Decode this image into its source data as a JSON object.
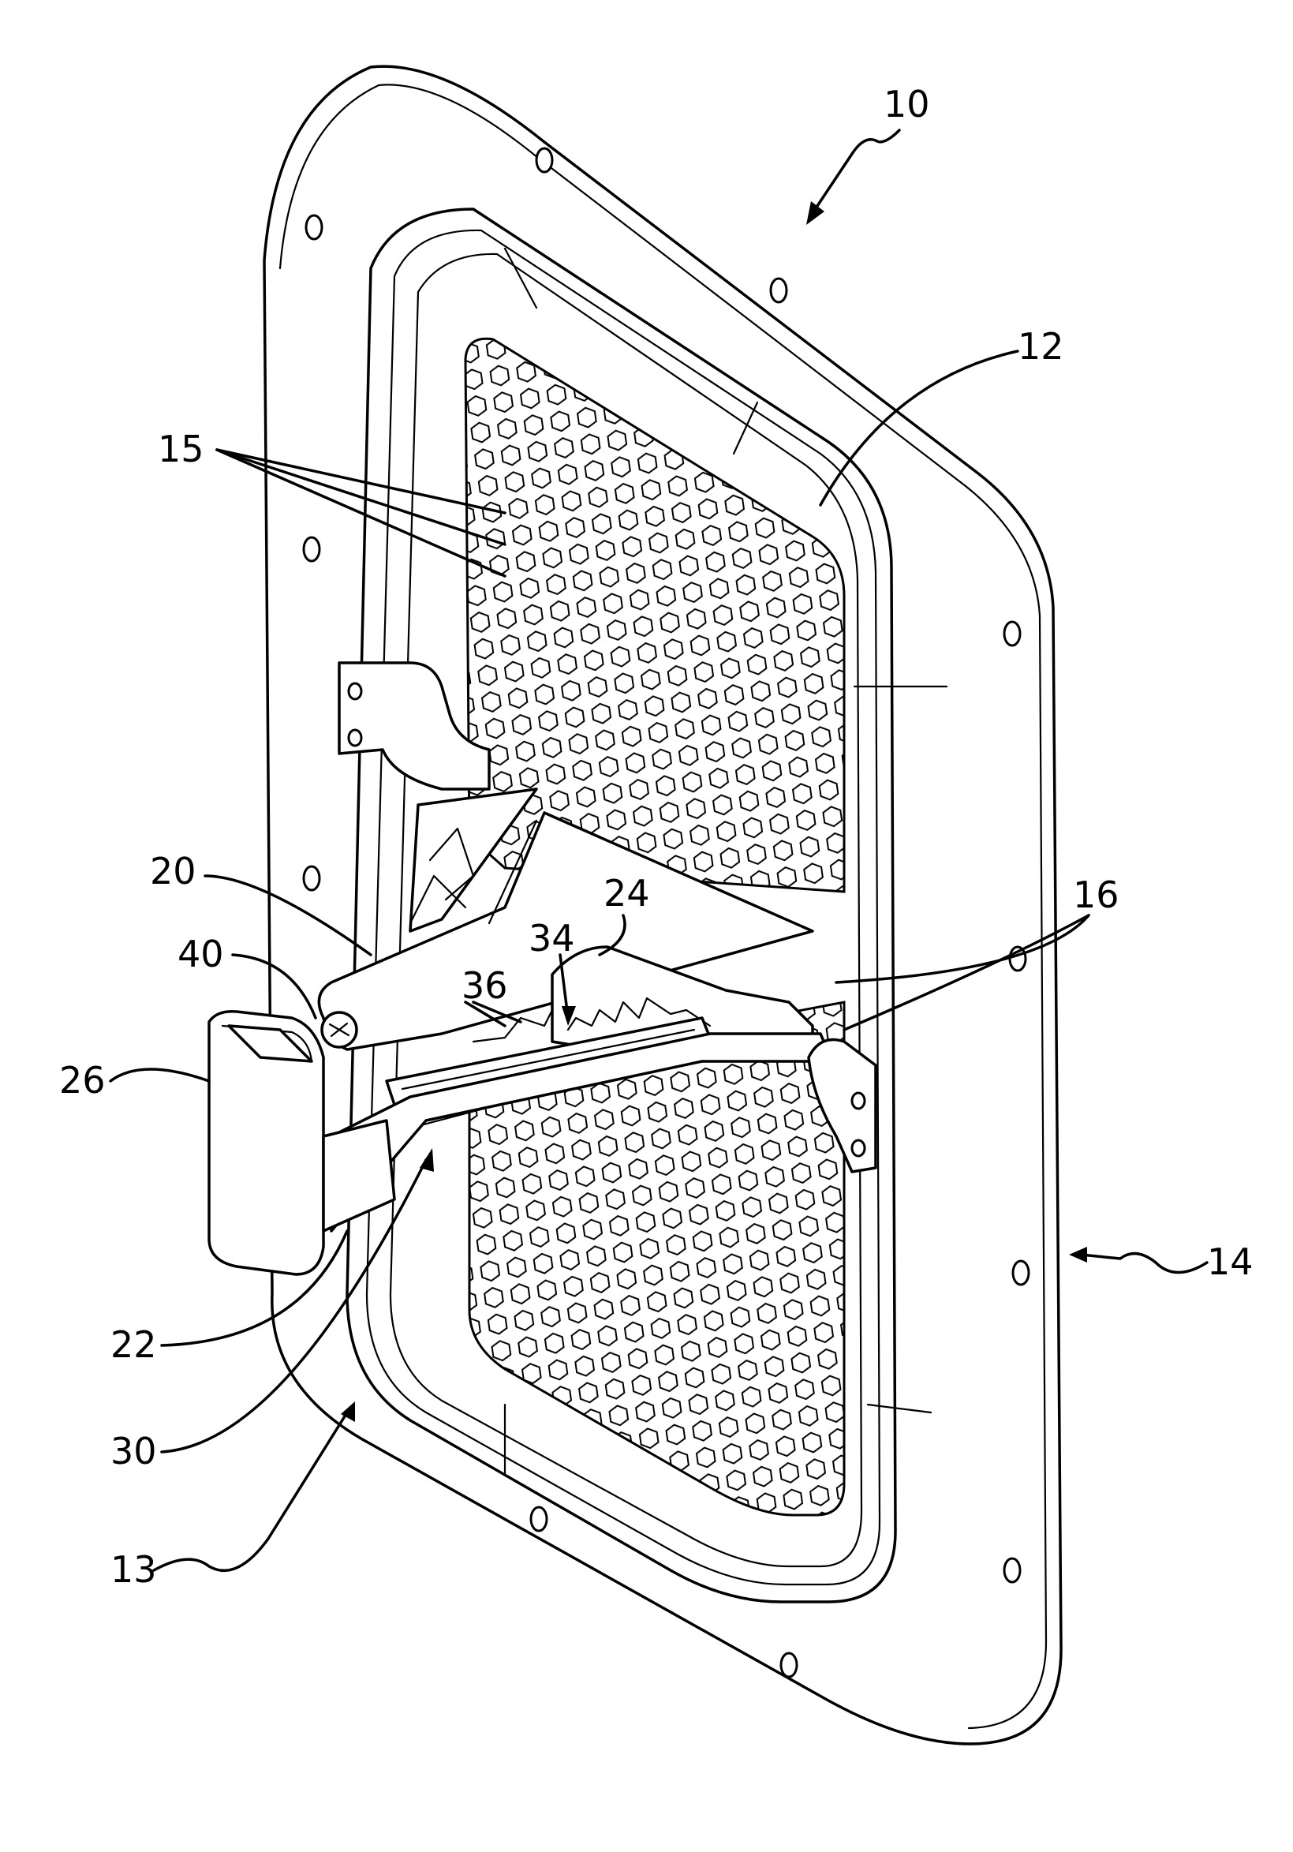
{
  "reference_numerals": {
    "r10": "10",
    "r12": "12",
    "r13": "13",
    "r14": "14",
    "r15": "15",
    "r16": "16",
    "r20": "20",
    "r22": "22",
    "r24": "24",
    "r26": "26",
    "r30": "30",
    "r34": "34",
    "r36": "36",
    "r40": "40"
  }
}
